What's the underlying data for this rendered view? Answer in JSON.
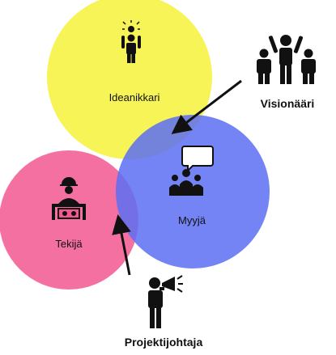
{
  "circles": {
    "ideanikkari": {
      "label": "Ideanikkari",
      "color": "#f6f23b"
    },
    "myyja": {
      "label": "Myyjä",
      "color": "#5c6ff2"
    },
    "tekija": {
      "label": "Tekijä",
      "color": "#f2578f"
    }
  },
  "roles": {
    "visionaari": {
      "label": "Visionääri"
    },
    "projektijohtaja": {
      "label": "Projektijohtaja"
    }
  },
  "icons": {
    "ideanikkari": "person-with-lightbulb-icon",
    "myyja": "audience-speech-bubble-icon",
    "tekija": "worker-at-bench-icon",
    "visionaari": "group-leader-icon",
    "projektijohtaja": "person-megaphone-icon"
  }
}
